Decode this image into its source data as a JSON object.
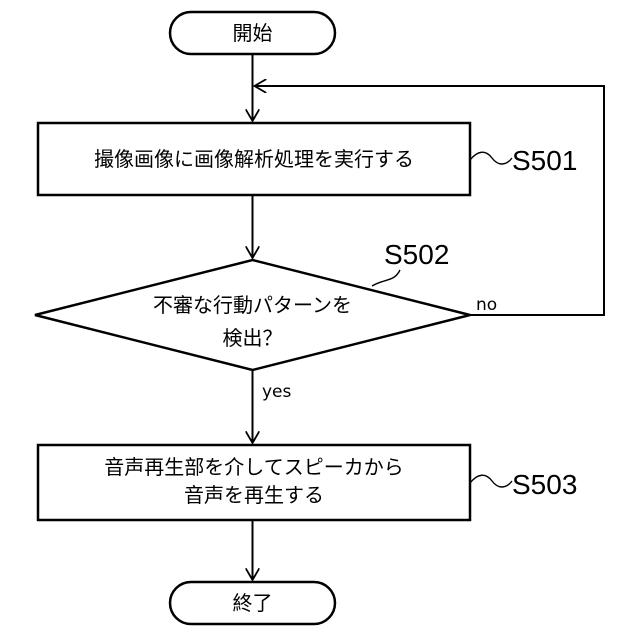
{
  "nodes": {
    "start": {
      "label": "開始"
    },
    "s501": {
      "label": "撮像画像に画像解析処理を実行する",
      "step": "S501"
    },
    "s502": {
      "line1": "不審な行動パターンを",
      "line2": "検出？",
      "step": "S502"
    },
    "s503": {
      "line1": "音声再生部を介してスピーカから",
      "line2": "音声を再生する",
      "step": "S503"
    },
    "end": {
      "label": "終了"
    }
  },
  "branches": {
    "no": "no",
    "yes": "yes"
  }
}
